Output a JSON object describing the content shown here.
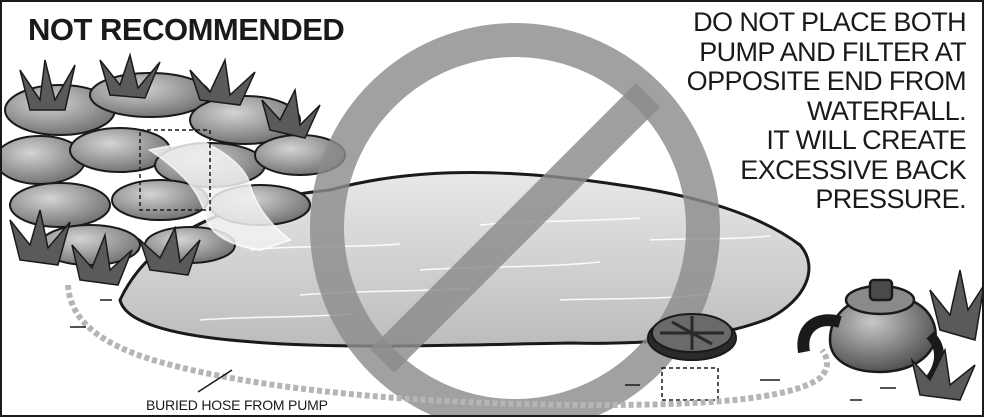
{
  "title": "NOT RECOMMENDED",
  "warning_lines": [
    "DO NOT PLACE BOTH",
    "PUMP AND FILTER AT",
    "OPPOSITE END FROM",
    "WATERFALL.",
    "IT WILL CREATE",
    "EXCESSIVE BACK",
    "PRESSURE."
  ],
  "caption": "BURIED HOSE FROM PUMP",
  "symbol": "prohibition-icon",
  "colors": {
    "ink": "#1a1a1a",
    "prohibition": "#8c8c8c",
    "water": "#d6d6d6",
    "rock": "#9a9a9a",
    "hose": "#bdbdbd"
  }
}
